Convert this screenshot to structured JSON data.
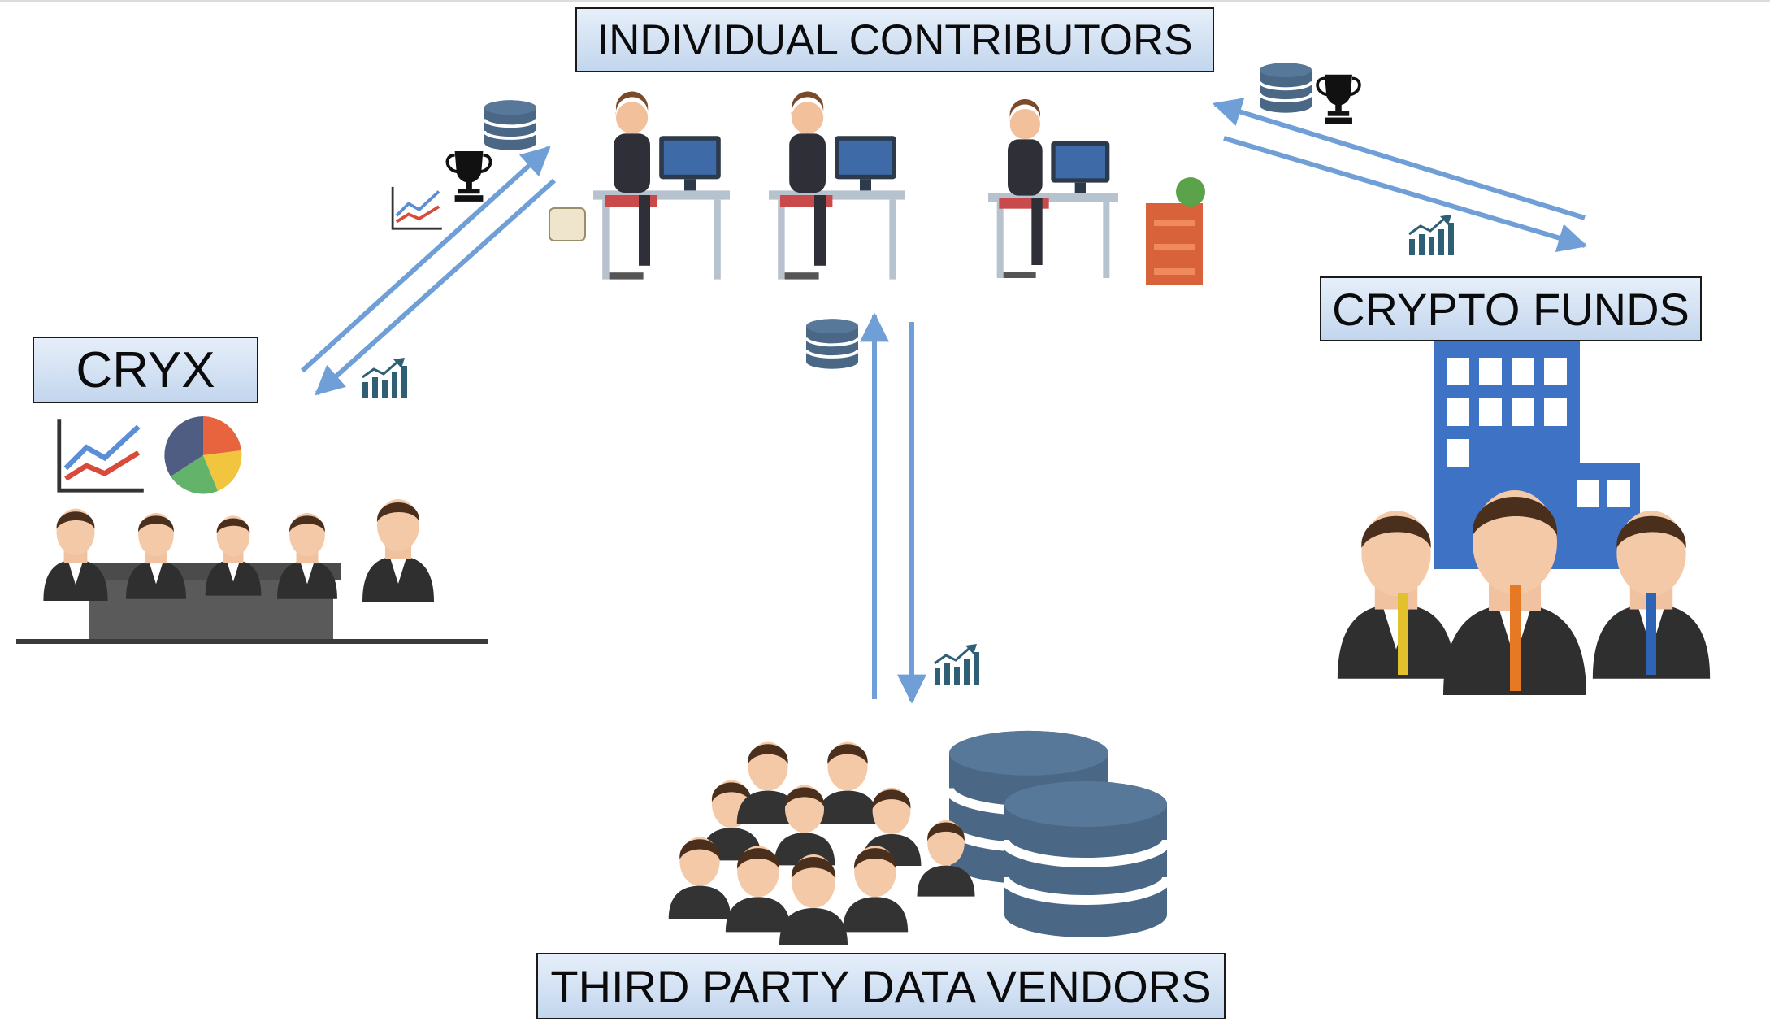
{
  "labels": {
    "individual_contributors": "INDIVIDUAL CONTRIBUTORS",
    "cryx": "CRYX",
    "crypto_funds": "CRYPTO FUNDS",
    "third_party_data_vendors": "THIRD PARTY DATA VENDORS"
  },
  "flows": [
    {
      "from": "CRYX",
      "to": "INDIVIDUAL CONTRIBUTORS",
      "carries": [
        "database-icon",
        "trophy-icon",
        "line-chart-icon"
      ]
    },
    {
      "from": "INDIVIDUAL CONTRIBUTORS",
      "to": "CRYX",
      "carries": [
        "growth-bars-icon"
      ]
    },
    {
      "from": "CRYPTO FUNDS",
      "to": "INDIVIDUAL CONTRIBUTORS",
      "carries": [
        "database-icon",
        "trophy-icon"
      ]
    },
    {
      "from": "INDIVIDUAL CONTRIBUTORS",
      "to": "CRYPTO FUNDS",
      "carries": [
        "growth-bars-icon"
      ]
    },
    {
      "from": "THIRD PARTY DATA VENDORS",
      "to": "INDIVIDUAL CONTRIBUTORS",
      "carries": [
        "database-icon"
      ]
    },
    {
      "from": "INDIVIDUAL CONTRIBUTORS",
      "to": "THIRD PARTY DATA VENDORS",
      "carries": [
        "growth-bars-icon"
      ]
    }
  ],
  "colors": {
    "arrow": "#6f9fd6",
    "label_fill": "#d3e2f4",
    "database": "#4b6786",
    "building": "#3d72c4",
    "suit": "#2f2f2f",
    "growth_icon": "#2f5f75"
  }
}
